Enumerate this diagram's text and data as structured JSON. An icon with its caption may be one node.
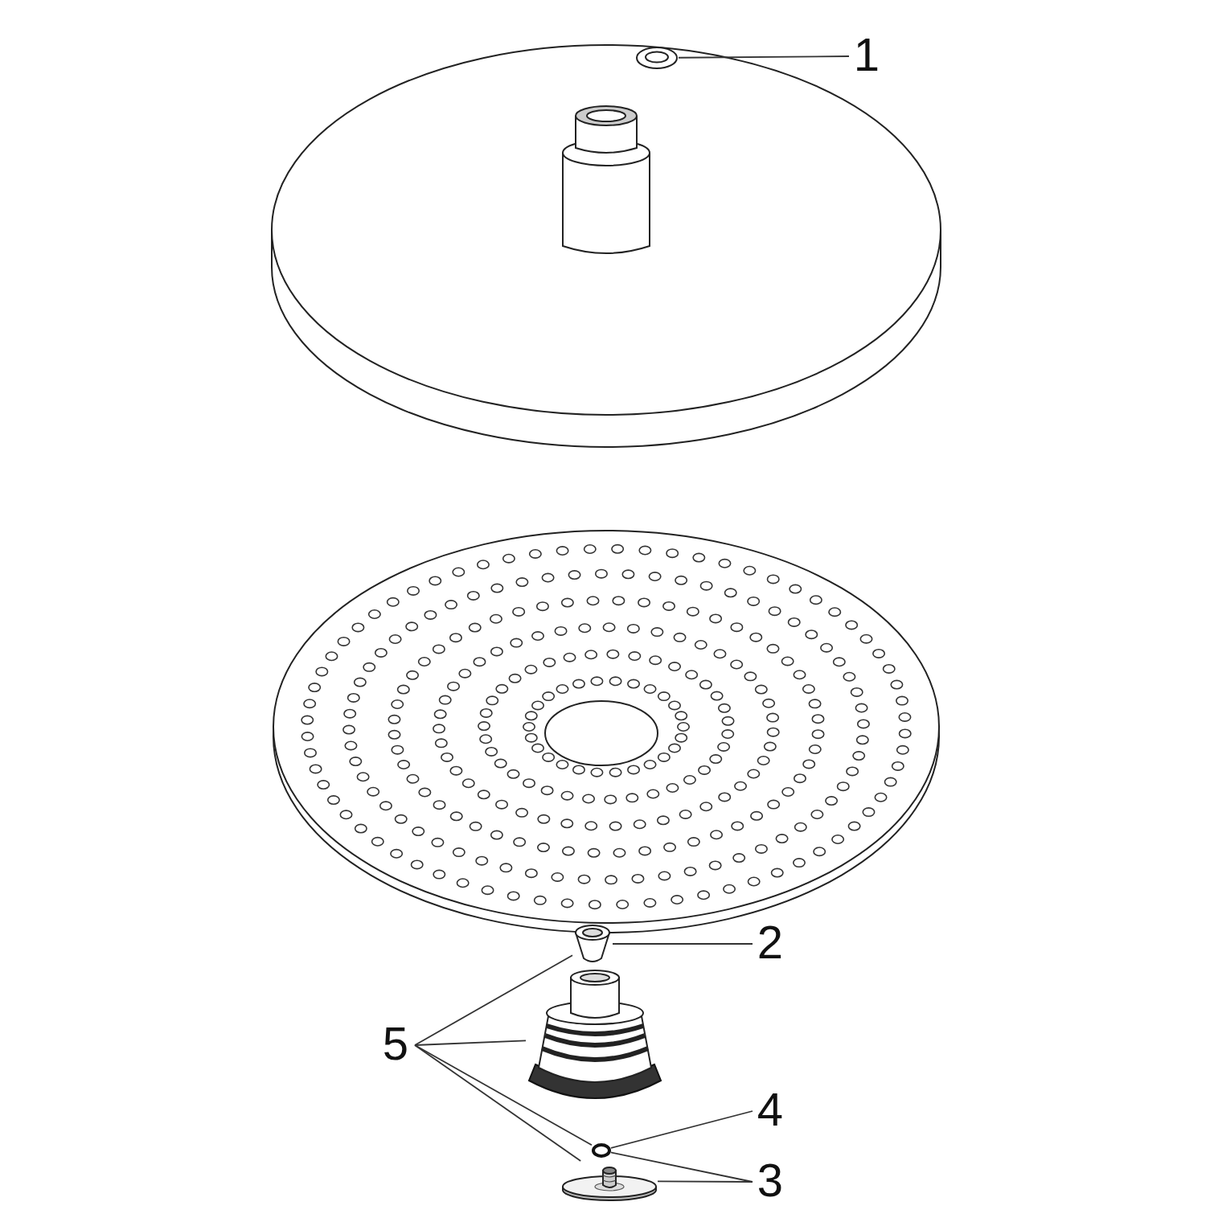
{
  "diagram": {
    "nodes": [
      {
        "text": [
          "1"
        ]
      },
      {
        "text": [],
        "shape": "picture"
      },
      {
        "text": [
          "2"
        ]
      },
      {
        "text": [],
        "shape": "picture"
      },
      {
        "text": [
          "5"
        ]
      },
      {
        "text": [],
        "shape": "picture"
      },
      {
        "text": [
          "4"
        ]
      },
      {
        "text": [],
        "shape": "circle"
      },
      {
        "text": [
          "3"
        ]
      },
      {
        "text": [],
        "shape": "picture"
      }
    ],
    "edges": [
      {
        "from": 0,
        "to": 1,
        "arrow": "none"
      },
      {
        "from": 2,
        "to": 3,
        "arrow": "none"
      },
      {
        "from": 4,
        "to": 3,
        "arrow": "none"
      },
      {
        "from": 4,
        "to": 5,
        "arrow": "none"
      },
      {
        "from": 4,
        "to": 7,
        "arrow": "none"
      },
      {
        "from": 4,
        "to": 9,
        "arrow": "none"
      },
      {
        "from": 6,
        "to": 7,
        "arrow": "none"
      },
      {
        "from": 8,
        "to": 7,
        "arrow": "none"
      },
      {
        "from": 8,
        "to": 9,
        "arrow": "none"
      }
    ]
  }
}
